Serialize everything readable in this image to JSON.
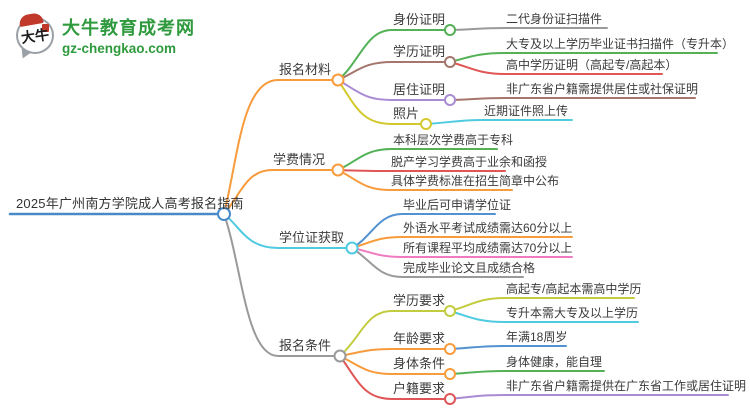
{
  "logo": {
    "icon_text": "大牛",
    "site_name": "大牛教育成考网",
    "site_url": "gz-chengkao.com"
  },
  "root": {
    "title": "2025年广州南方学院成人高考报名指南"
  },
  "branches": [
    {
      "label": "报名材料",
      "children": [
        {
          "label": "身份证明",
          "leaves": [
            "二代身份证扫描件"
          ]
        },
        {
          "label": "学历证明",
          "leaves": [
            "大专及以上学历毕业证书扫描件（专升本）",
            "高中学历证明（高起专/高起本）"
          ]
        },
        {
          "label": "居住证明",
          "leaves": [
            "非广东省户籍需提供居住或社保证明"
          ]
        },
        {
          "label": "照片",
          "leaves": [
            "近期证件照上传"
          ]
        }
      ]
    },
    {
      "label": "学费情况",
      "leaves": [
        "本科层次学费高于专科",
        "脱产学习学费高于业余和函授",
        "具体学费标准在招生简章中公布"
      ]
    },
    {
      "label": "学位证获取",
      "leaves": [
        "毕业后可申请学位证",
        "外语水平考试成绩需达60分以上",
        "所有课程平均成绩需达70分以上",
        "完成毕业论文且成绩合格"
      ]
    },
    {
      "label": "报名条件",
      "children": [
        {
          "label": "学历要求",
          "leaves": [
            "高起专/高起本需高中学历",
            "专升本需大专及以上学历"
          ]
        },
        {
          "label": "年龄要求",
          "leaves": [
            "年满18周岁"
          ]
        },
        {
          "label": "身体条件",
          "leaves": [
            "身体健康，能自理"
          ]
        },
        {
          "label": "户籍要求",
          "leaves": [
            "非广东省户籍需提供在广东省工作或居住证明"
          ]
        }
      ]
    }
  ],
  "colors": {
    "brand_green": "#2F9A3D",
    "root_blue": "#4A89C7",
    "orange": "#F89B3C",
    "green": "#53B156",
    "brown": "#A4766D",
    "purple": "#A98BD3",
    "yellow": "#D3C92F",
    "cyan": "#4FCBE0",
    "gray": "#9A9A9A",
    "red": "#E05656",
    "blue": "#5291D2",
    "pink": "#EE7BC0",
    "olive": "#C3CC3E"
  }
}
